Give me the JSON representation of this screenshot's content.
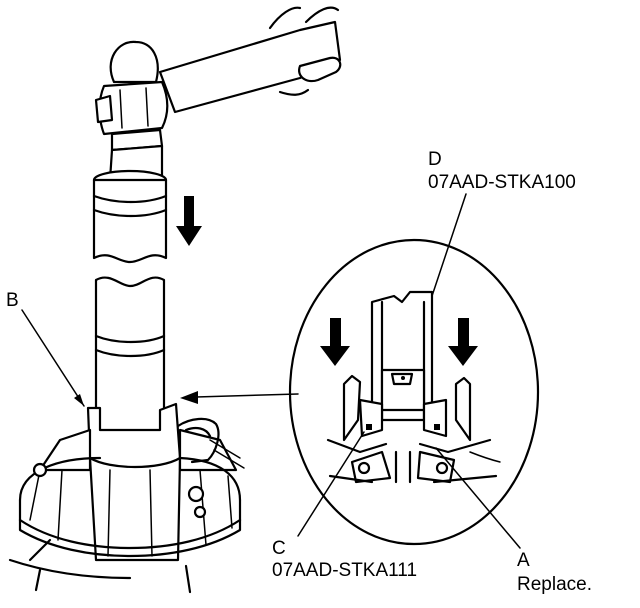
{
  "labels": {
    "b": "B",
    "d_letter": "D",
    "d_part": "07AAD-STKA100",
    "c_letter": "C",
    "c_part": "07AAD-STKA111",
    "a_letter": "A",
    "a_note": "Replace."
  },
  "colors": {
    "line": "#000000",
    "background": "#ffffff"
  },
  "icons": [
    "hammer-icon",
    "down-arrow-icon"
  ]
}
